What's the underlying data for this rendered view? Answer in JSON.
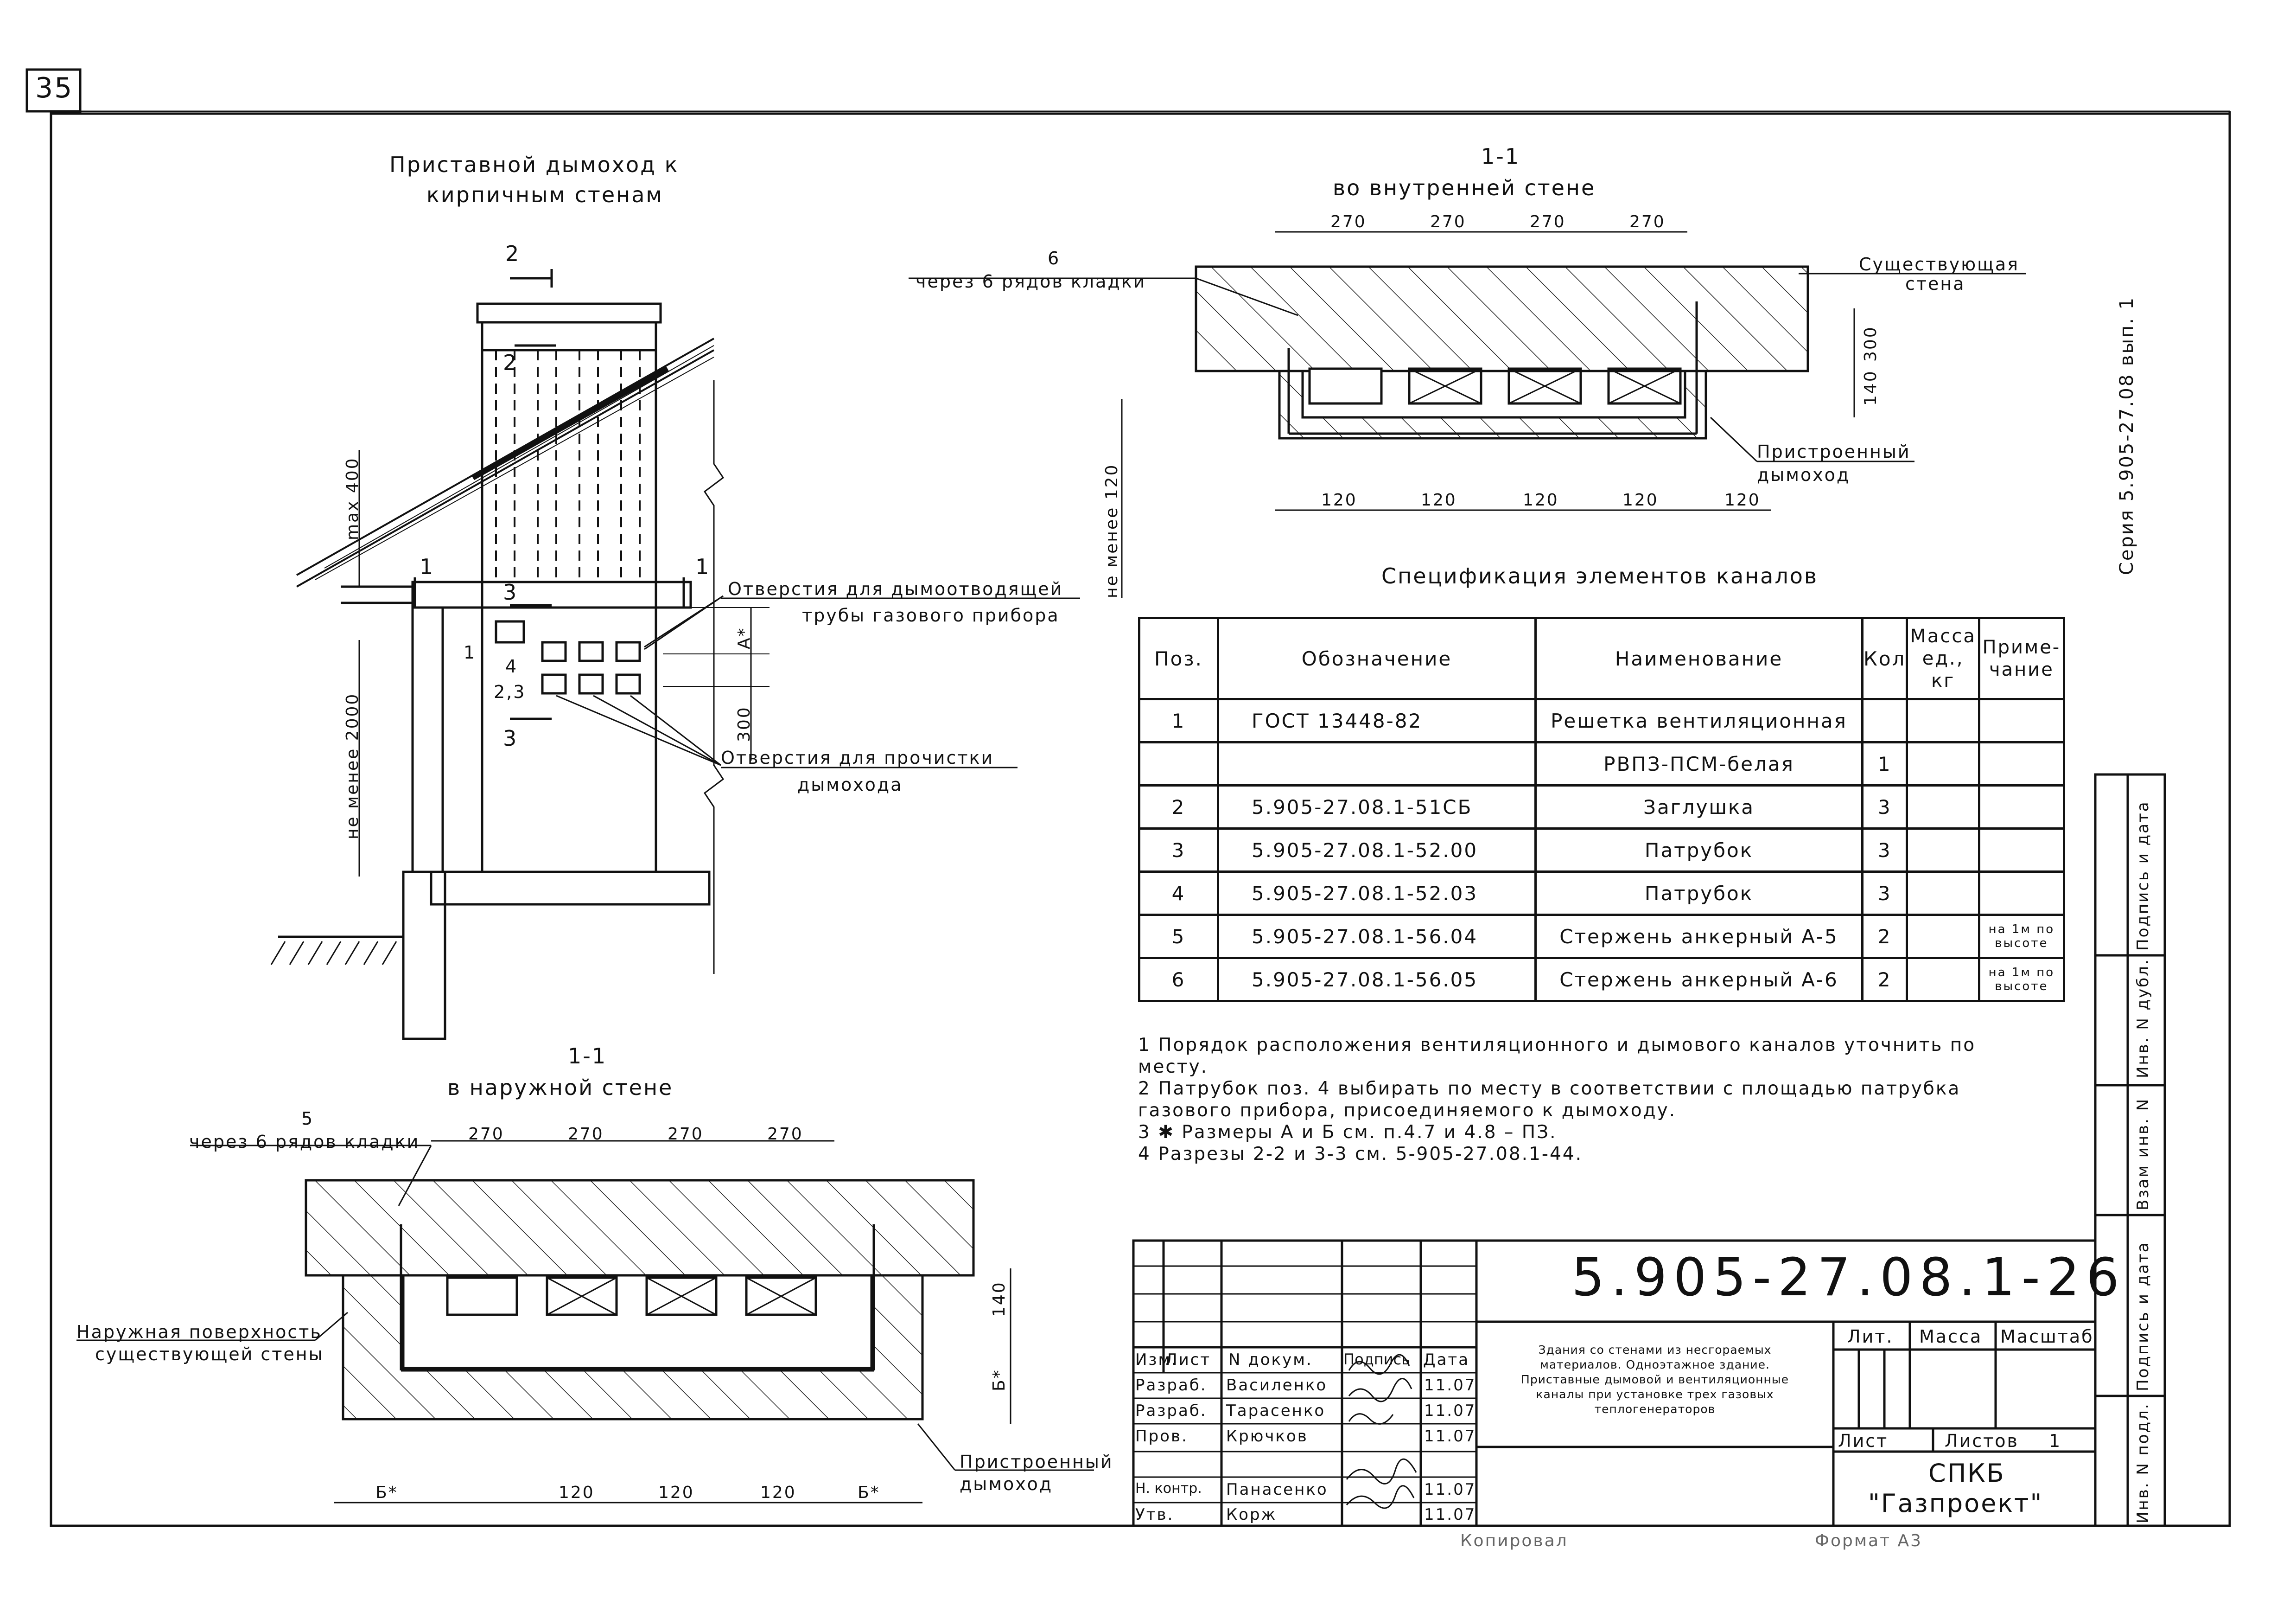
{
  "page_number": "35",
  "series": "Серия 5.905-27.08 вып. 1",
  "view_main": {
    "title_line1": "Приставной дымоход к",
    "title_line2": "кирпичным стенам",
    "section_2": "2",
    "section_3": "3",
    "section_1": "1",
    "dim_max400": "max 400",
    "dim_2000": "не менее 2000",
    "dim_300": "300",
    "dim_a": "А*",
    "pos_1": "1",
    "pos_4": "4",
    "pos_23": "2,3",
    "callout_flue_1": "Отверстия для дымоотводящей",
    "callout_flue_2": "трубы газового прибора",
    "callout_clean_1": "Отверстия для прочистки",
    "callout_clean_2": "дымохода"
  },
  "view_inner": {
    "title_num": "1-1",
    "title": "во внутренней стене",
    "leader_num": "6",
    "leader_text": "через 6 рядов кладки",
    "dims_top": [
      "270",
      "270",
      "270",
      "270"
    ],
    "dims_bottom": [
      "120",
      "120",
      "120",
      "120",
      "120"
    ],
    "dim_300": "300",
    "dim_140": "140",
    "dim_120": "не менее 120",
    "existing_wall_1": "Существующая",
    "existing_wall_2": "стена",
    "attached_1": "Пристроенный",
    "attached_2": "дымоход"
  },
  "view_outer": {
    "title_num": "1-1",
    "title": "в наружной стене",
    "leader_num": "5",
    "leader_text": "через 6 рядов кладки",
    "dims_top": [
      "270",
      "270",
      "270",
      "270"
    ],
    "dims_bottom": [
      "Б*",
      "120",
      "120",
      "120",
      "Б*"
    ],
    "dim_140": "140",
    "dim_b": "Б*",
    "outer_surface_1": "Наружная поверхность",
    "outer_surface_2": "существующей стены",
    "attached_1": "Пристроенный",
    "attached_2": "дымоход"
  },
  "spec": {
    "title": "Спецификация элементов каналов",
    "headers": [
      "Поз.",
      "Обозначение",
      "Наименование",
      "Кол",
      "Масса ед., кг",
      "Приме- чание"
    ],
    "rows": [
      {
        "pos": "1",
        "code": "ГОСТ 13448-82",
        "name": "Решетка вентиляционная",
        "qty": "",
        "mass": "",
        "note": ""
      },
      {
        "pos": "",
        "code": "",
        "name": "РВПЗ-ПСМ-белая",
        "qty": "1",
        "mass": "",
        "note": ""
      },
      {
        "pos": "2",
        "code": "5.905-27.08.1-51СБ",
        "name": "Заглушка",
        "qty": "3",
        "mass": "",
        "note": ""
      },
      {
        "pos": "3",
        "code": "5.905-27.08.1-52.00",
        "name": "Патрубок",
        "qty": "3",
        "mass": "",
        "note": ""
      },
      {
        "pos": "4",
        "code": "5.905-27.08.1-52.03",
        "name": "Патрубок",
        "qty": "3",
        "mass": "",
        "note": ""
      },
      {
        "pos": "5",
        "code": "5.905-27.08.1-56.04",
        "name": "Стержень анкерный А-5",
        "qty": "2",
        "mass": "",
        "note": "на 1м по высоте"
      },
      {
        "pos": "6",
        "code": "5.905-27.08.1-56.05",
        "name": "Стержень анкерный А-6",
        "qty": "2",
        "mass": "",
        "note": "на 1м по высоте"
      }
    ]
  },
  "notes": [
    "1 Порядок расположения вентиляционного и дымового каналов уточнить по",
    "месту.",
    "2 Патрубок поз. 4 выбирать по месту в соответствии с площадью патрубка",
    "газового прибора, присоединяемого к дымоходу.",
    "3 ✱ Размеры А и Б см. п.4.7 и 4.8 – ПЗ.",
    "4 Разрезы 2-2 и 3-3 см. 5-905-27.08.1-44."
  ],
  "stamp": {
    "doc_number": "5.905-27.08.1-26",
    "description": [
      "Здания со стенами из несгораемых",
      "материалов. Одноэтажное здание.",
      "Приставные дымовой и вентиляционные",
      "каналы при установке трех газовых",
      "теплогенераторов"
    ],
    "col_headers": [
      "Изм.",
      "Лист",
      "N докум.",
      "Подпись",
      "Дата"
    ],
    "people": [
      {
        "role": "Разраб.",
        "name": "Василенко",
        "date": "11.07"
      },
      {
        "role": "Разраб.",
        "name": "Тарасенко",
        "date": "11.07"
      },
      {
        "role": "Пров.",
        "name": "Крючков",
        "date": "11.07"
      },
      {
        "role": "",
        "name": "",
        "date": ""
      },
      {
        "role": "Н. контр.",
        "name": "Панасенко",
        "date": "11.07"
      },
      {
        "role": "Утв.",
        "name": "Корж",
        "date": "11.07"
      }
    ],
    "lit": "Лит.",
    "mass": "Масса",
    "scale": "Масштаб",
    "sheet": "Лист",
    "sheets": "Листов",
    "sheets_value": "1",
    "org_1": "СПКБ",
    "org_2": "\"Газпроект\""
  },
  "side_column": [
    "Подпись и дата",
    "Инв. N дубл.",
    "Взам инв. N",
    "Подпись и дата",
    "Инв. N подл."
  ],
  "footer_copy": "Копировал",
  "footer_format": "Формат А3"
}
